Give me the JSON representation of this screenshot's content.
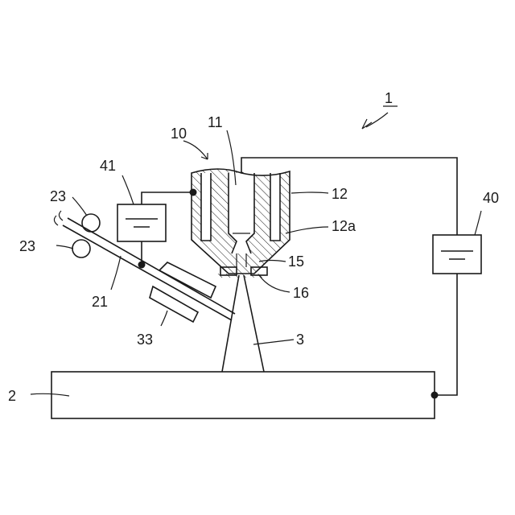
{
  "labels": {
    "apparatus": "1",
    "gun": "10",
    "electrode": "11",
    "nozzle": "12",
    "nozzle_sub": "12a",
    "power_right": "40",
    "power_left": "41",
    "roller_top": "23",
    "roller_bottom": "23",
    "wire": "21",
    "part15": "15",
    "part16": "16",
    "jet": "3",
    "holder": "33",
    "workpiece": "2"
  },
  "colors": {
    "line": "#1a1a1a",
    "background": "#ffffff"
  }
}
